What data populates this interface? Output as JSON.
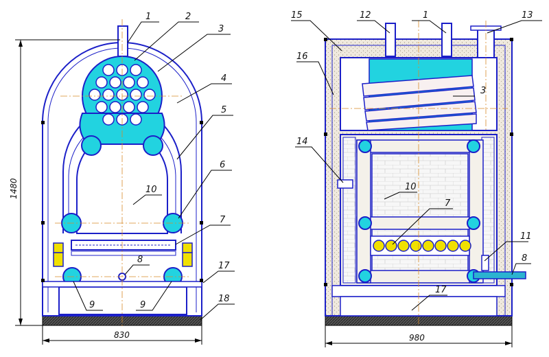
{
  "front_view": {
    "callouts": [
      "1",
      "2",
      "3",
      "4",
      "5",
      "6",
      "7",
      "8",
      "9",
      "9",
      "10",
      "17",
      "18"
    ],
    "dimension_width": "830",
    "dimension_height": "1480"
  },
  "side_view": {
    "callouts": [
      "15",
      "12",
      "1",
      "13",
      "16",
      "3",
      "14",
      "10",
      "7",
      "11",
      "8",
      "17"
    ],
    "dimension_width": "980"
  },
  "colors": {
    "outline": "#1b1fc8",
    "water": "#22d3e0",
    "insulation": "#efe9de",
    "fittings": "#f0e000",
    "centerline": "#d88a2a"
  }
}
